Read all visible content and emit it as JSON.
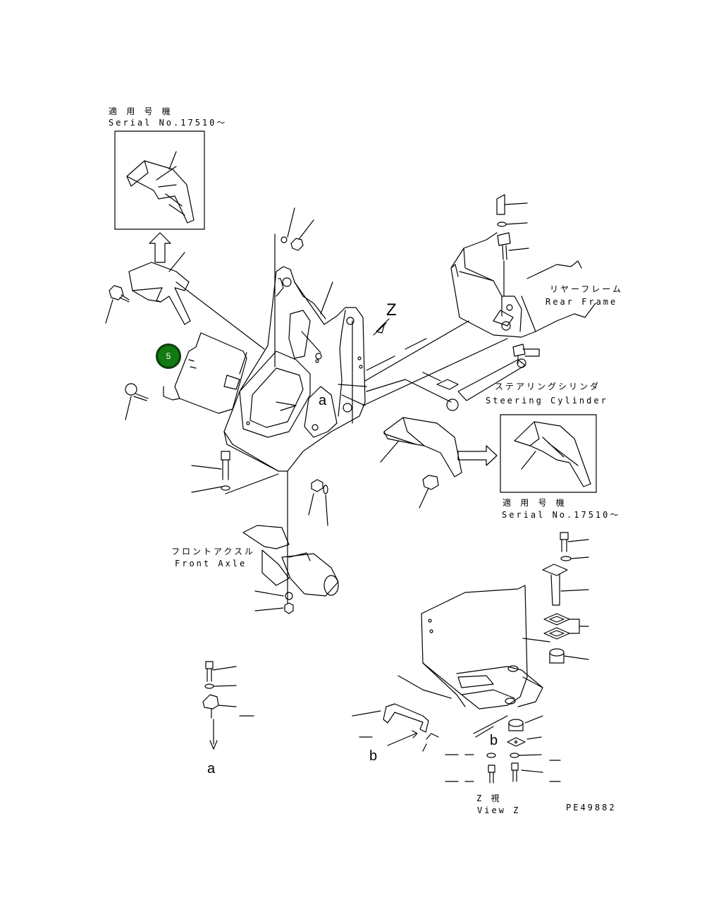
{
  "labels": {
    "inset_top_jp": "適 用 号 機",
    "inset_top_serial": "Serial No.17510～",
    "rear_frame_jp": "リヤーフレーム",
    "rear_frame_en": "Rear Frame",
    "steering_jp": "ステアリングシリンダ",
    "steering_en": "Steering Cylinder",
    "inset_right_jp": "適 用 号 機",
    "inset_right_serial": "Serial No.17510～",
    "front_axle_jp": "フロントアクスル",
    "front_axle_en": "Front Axle",
    "view_z_jp": "Z 視",
    "view_z_en": "View Z",
    "drawing_no": "PE49882",
    "ref_z": "Z",
    "ref_a1": "a",
    "ref_a2": "a",
    "ref_b1": "b",
    "ref_b2": "b"
  },
  "hotspot": {
    "label": "5",
    "color": "#127a12"
  }
}
